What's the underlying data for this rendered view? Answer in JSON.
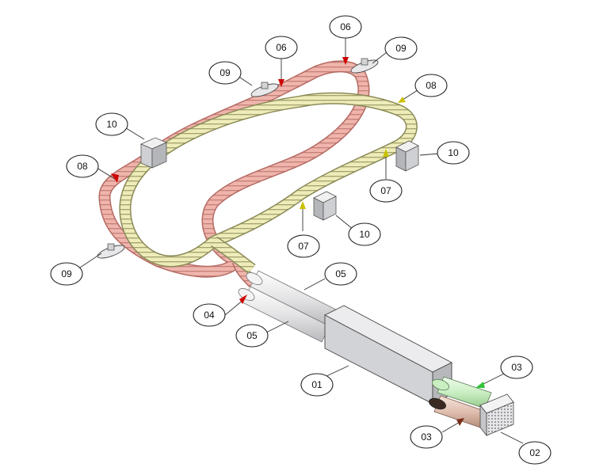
{
  "colors": {
    "pink_duct": "#efb5ad",
    "pink_duct_edge": "#b46a62",
    "yellow_duct": "#eeedb9",
    "yellow_duct_edge": "#8a8a58",
    "green_cyl": "#c9eec2",
    "brown_cyl": "#e0bfb0",
    "grey_cyl": "#e9e9ea",
    "box_front": "#cfd0d3",
    "box_top": "#e8e8ea",
    "arrow_red": "#d00000",
    "arrow_yellow": "#c9c100",
    "arrow_green": "#33c43a",
    "arrow_brown": "#7a2d18"
  },
  "callouts": [
    {
      "id": "c01",
      "label": "01"
    },
    {
      "id": "c02",
      "label": "02"
    },
    {
      "id": "c03a",
      "label": "03"
    },
    {
      "id": "c03b",
      "label": "03"
    },
    {
      "id": "c04",
      "label": "04"
    },
    {
      "id": "c05a",
      "label": "05"
    },
    {
      "id": "c05b",
      "label": "05"
    },
    {
      "id": "c06a",
      "label": "06"
    },
    {
      "id": "c06b",
      "label": "06"
    },
    {
      "id": "c07a",
      "label": "07"
    },
    {
      "id": "c07b",
      "label": "07"
    },
    {
      "id": "c08a",
      "label": "08"
    },
    {
      "id": "c08b",
      "label": "08"
    },
    {
      "id": "c09a",
      "label": "09"
    },
    {
      "id": "c09b",
      "label": "09"
    },
    {
      "id": "c09c",
      "label": "09"
    },
    {
      "id": "c10a",
      "label": "10"
    },
    {
      "id": "c10b",
      "label": "10"
    },
    {
      "id": "c10c",
      "label": "10"
    }
  ]
}
